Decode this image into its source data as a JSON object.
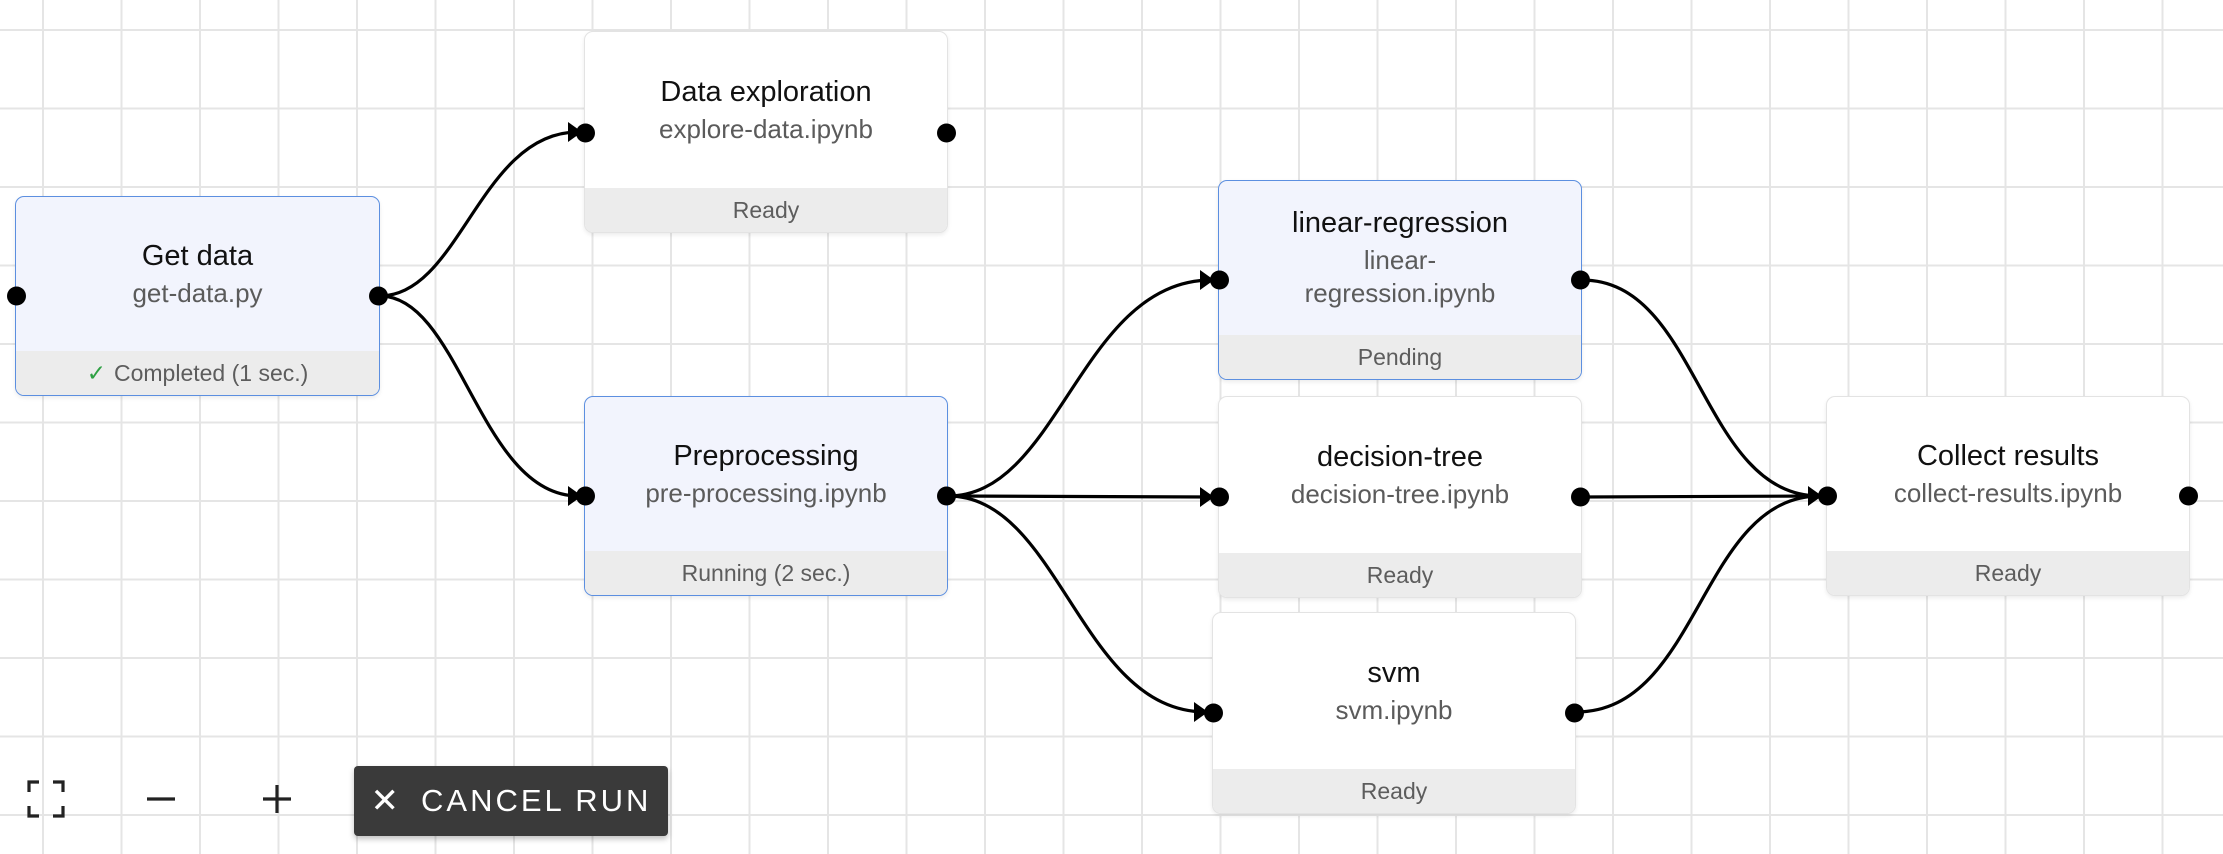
{
  "nodes": {
    "get_data": {
      "title": "Get data",
      "file": "get-data.py",
      "status_check": "✓",
      "status": "Completed (1 sec.)"
    },
    "explore": {
      "title": "Data exploration",
      "file": "explore-data.ipynb",
      "status": "Ready"
    },
    "preprocessing": {
      "title": "Preprocessing",
      "file": "pre-processing.ipynb",
      "status": "Running (2 sec.)"
    },
    "linear_regression": {
      "title": "linear-regression",
      "file": "linear-regression.ipynb",
      "status": "Pending"
    },
    "decision_tree": {
      "title": "decision-tree",
      "file": "decision-tree.ipynb",
      "status": "Ready"
    },
    "svm": {
      "title": "svm",
      "file": "svm.ipynb",
      "status": "Ready"
    },
    "collect": {
      "title": "Collect results",
      "file": "collect-results.ipynb",
      "status": "Ready"
    }
  },
  "controls": {
    "fit_icon": "fullscreen-icon",
    "zoom_out_icon": "minus-icon",
    "zoom_in_icon": "plus-icon",
    "cancel_icon": "close-icon",
    "cancel_label": "CANCEL RUN"
  },
  "colors": {
    "selected_border": "#5c8fe0",
    "selected_bg": "#f2f4fd",
    "status_bg": "#ececec",
    "completed_check": "#2ea043",
    "edge": "#000000",
    "cancel_bg": "#3a3a3a"
  }
}
